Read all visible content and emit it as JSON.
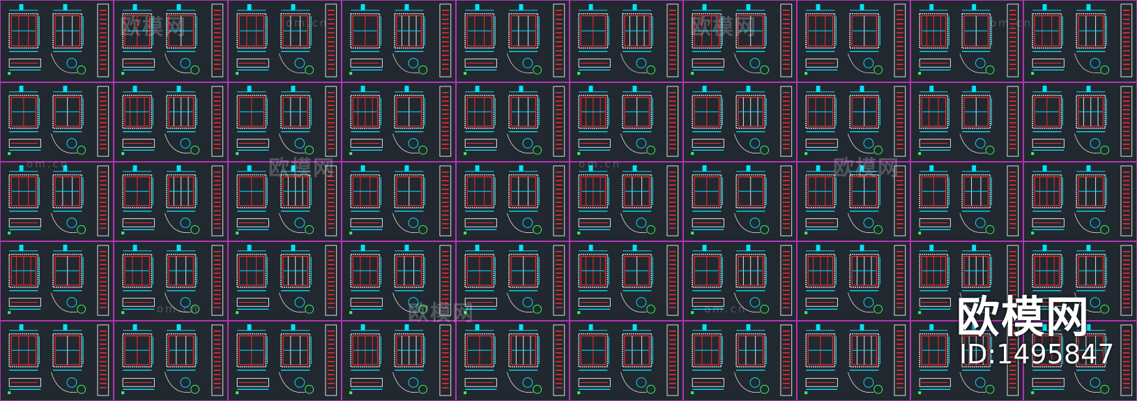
{
  "colors": {
    "background": "#212830",
    "sheet_border": "#b733b7",
    "line_cyan": "#00e5ff",
    "line_red": "#ff2a2a",
    "line_white": "#e6e6e6",
    "line_green": "#3cff5a"
  },
  "grid": {
    "rows": 5,
    "columns": 10
  },
  "watermark": {
    "logo_text": "欧模网",
    "url_text": "om.cn"
  },
  "corner_brand": {
    "logo_text": "欧模网",
    "id_text": "ID:1495847"
  }
}
